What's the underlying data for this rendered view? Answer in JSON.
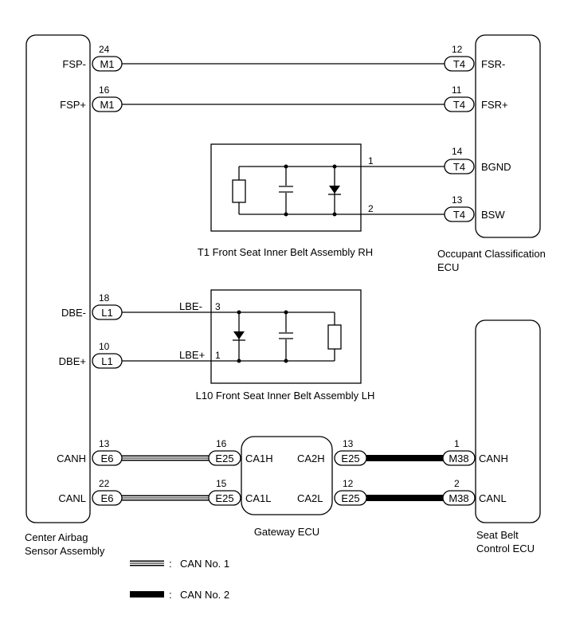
{
  "components": {
    "center_airbag": "Center Airbag\nSensor Assembly",
    "occupant_ecu": "Occupant Classification\nECU",
    "t1_assembly": "T1 Front Seat Inner Belt Assembly RH",
    "l10_assembly": "L10 Front Seat Inner Belt Assembly LH",
    "gateway": "Gateway ECU",
    "seat_belt_ecu": "Seat Belt\nControl ECU"
  },
  "signals": {
    "fsp_minus": "FSP-",
    "fsp_plus": "FSP+",
    "dbe_minus": "DBE-",
    "dbe_plus": "DBE+",
    "canh": "CANH",
    "canl": "CANL",
    "fsr_minus": "FSR-",
    "fsr_plus": "FSR+",
    "bgnd": "BGND",
    "bsw": "BSW",
    "ca1h": "CA1H",
    "ca1l": "CA1L",
    "ca2h": "CA2H",
    "ca2l": "CA2L",
    "lbe_minus": "LBE-",
    "lbe_plus": "LBE+",
    "sb_canh": "CANH",
    "sb_canl": "CANL"
  },
  "connectors": {
    "m1_a": "M1",
    "m1_b": "M1",
    "t4_a": "T4",
    "t4_b": "T4",
    "t4_c": "T4",
    "t4_d": "T4",
    "l1_a": "L1",
    "l1_b": "L1",
    "e6_a": "E6",
    "e6_b": "E6",
    "e25_a": "E25",
    "e25_b": "E25",
    "e25_c": "E25",
    "e25_d": "E25",
    "m38_a": "M38",
    "m38_b": "M38"
  },
  "pins": {
    "p24": "24",
    "p16": "16",
    "p18": "18",
    "p10": "10",
    "p13a": "13",
    "p22": "22",
    "p12a": "12",
    "p11": "11",
    "p14": "14",
    "p13b": "13",
    "t1_p1": "1",
    "t1_p2": "2",
    "l10_p3": "3",
    "l10_p1": "1",
    "g16": "16",
    "g15": "15",
    "g13": "13",
    "g12": "12",
    "sb1": "1",
    "sb2": "2"
  },
  "legend": {
    "can1": "CAN No. 1",
    "can2": "CAN No. 2",
    "sep": ":"
  }
}
